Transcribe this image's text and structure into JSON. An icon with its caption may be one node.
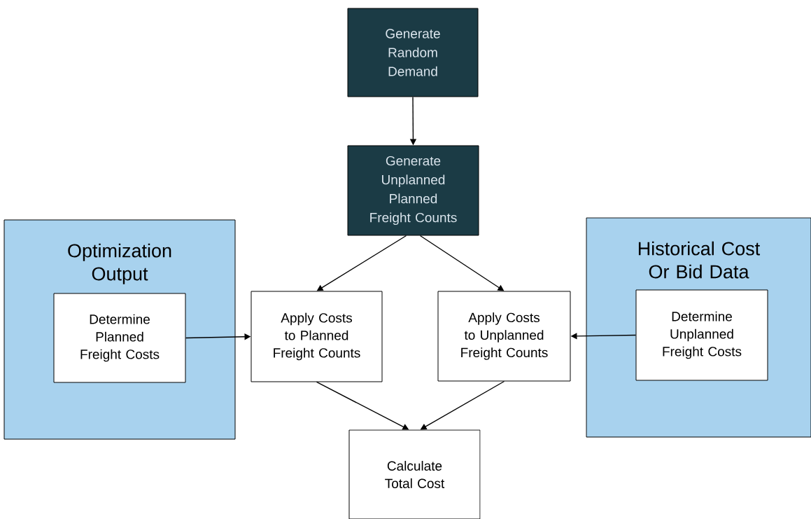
{
  "diagram": {
    "nodes": [
      {
        "text": [
          "Generate Random Demand"
        ]
      },
      {
        "text": [
          "Generate Unplanned Planned Freight Counts"
        ]
      },
      {
        "text": [
          "Optimization Output"
        ]
      },
      {
        "text": [
          "Determine Planned Freight Costs"
        ],
        "in": 2
      },
      {
        "text": [
          "Apply Costs to Planned Freight Counts"
        ]
      },
      {
        "text": [
          "Apply Costs to Unplanned Freight Counts"
        ]
      },
      {
        "text": [
          "Historical Cost Or Bid Data"
        ]
      },
      {
        "text": [
          "Determine Unplanned Freight Costs"
        ],
        "in": 6
      },
      {
        "text": [
          "Calculate Total Cost"
        ]
      }
    ],
    "edges": [
      {
        "from": 0,
        "to": 1,
        "arrow": "to"
      },
      {
        "from": 1,
        "to": 4,
        "arrow": "to"
      },
      {
        "from": 1,
        "to": 5,
        "arrow": "to"
      },
      {
        "from": 3,
        "to": 4,
        "arrow": "to"
      },
      {
        "from": 7,
        "to": 5,
        "arrow": "to"
      },
      {
        "from": 4,
        "to": 8,
        "arrow": "to"
      },
      {
        "from": 5,
        "to": 8,
        "arrow": "to"
      }
    ]
  }
}
